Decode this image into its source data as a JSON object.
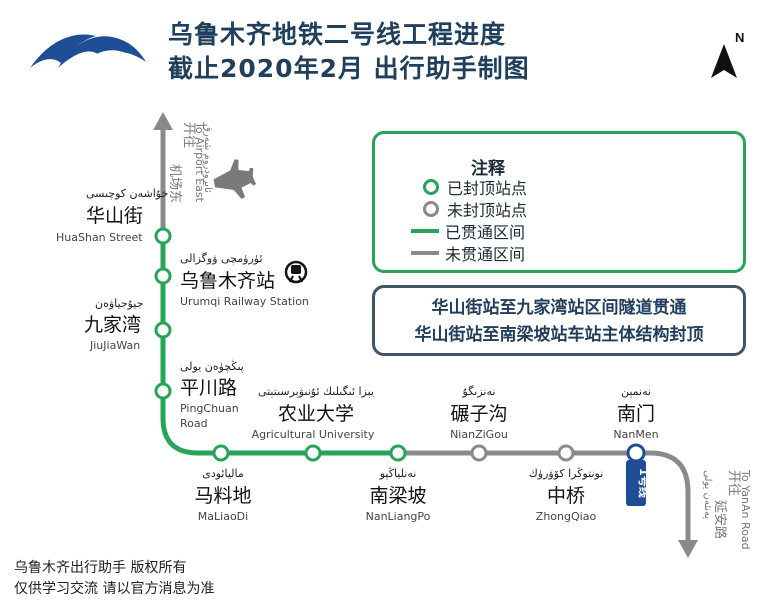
{
  "header": {
    "title_line1": "乌鲁木齐地铁二号线工程进度",
    "title_line2": "截止2020年2月 出行助手制图",
    "north_label": "N"
  },
  "legend": {
    "title": "注释",
    "items": [
      {
        "label": "已封顶站点"
      },
      {
        "label": "未封顶站点"
      },
      {
        "label": "已贯通区间"
      },
      {
        "label": "未贯通区间"
      }
    ]
  },
  "notice": {
    "line1": "华山街站至九家湾站区间隧道贯通",
    "line2": "华山街站至南梁坡站车站主体结构封顶"
  },
  "stations": [
    {
      "uyghur": "خۇاشەن كوچىسى",
      "cn": "华山街",
      "en": "HuaShan Street",
      "status": "capped"
    },
    {
      "uyghur": "ئۈرۈمچى ۋوگزالى",
      "cn": "乌鲁木齐站",
      "en": "Urumqi Railway Station",
      "status": "capped"
    },
    {
      "uyghur": "جيۇجياۋەن",
      "cn": "九家湾",
      "en": "JiuJiaWan",
      "status": "capped"
    },
    {
      "uyghur": "پىڭچۈەن يولى",
      "cn": "平川路",
      "en": "PingChuan",
      "en2": "Road",
      "status": "capped"
    },
    {
      "uyghur": "ماليائودى",
      "cn": "马料地",
      "en": "MaLiaoDi",
      "status": "capped"
    },
    {
      "uyghur": "يېزا ئىگىلىك ئۇنىۋېرسىتېتى",
      "cn": "农业大学",
      "en": "Agricultural University",
      "status": "capped"
    },
    {
      "uyghur": "نەنلياڭپو",
      "cn": "南梁坡",
      "en": "NanLiangPo",
      "status": "capped"
    },
    {
      "uyghur": "نەنزىگۇ",
      "cn": "碾子沟",
      "en": "NianZiGou",
      "status": "uncapped"
    },
    {
      "uyghur": "نونتوڭرا كۆۋرۈك",
      "cn": "中桥",
      "en": "ZhongQiao",
      "status": "uncapped"
    },
    {
      "uyghur": "نەنمېن",
      "cn": "南门",
      "en": "NanMen",
      "status": "uncapped"
    }
  ],
  "direction_north": {
    "en": "To Airport East",
    "cn1": "开往",
    "cn2": "机场东",
    "uyghur": "ئايرودروم شەرق"
  },
  "direction_south": {
    "en": "To YanAn Road",
    "cn1": "开往",
    "cn2": "延安路",
    "uyghur": "يەنئەن يولى"
  },
  "line1_badge": "1号线",
  "footer": {
    "line1": "乌鲁木齐出行助手 版权所有",
    "line2": "仅供学习交流 请以官方消息为准"
  },
  "colors": {
    "green": "#27a35a",
    "grey": "#8a8a8a",
    "navy": "#1f3f5c",
    "line1_blue": "#1f4e96"
  }
}
